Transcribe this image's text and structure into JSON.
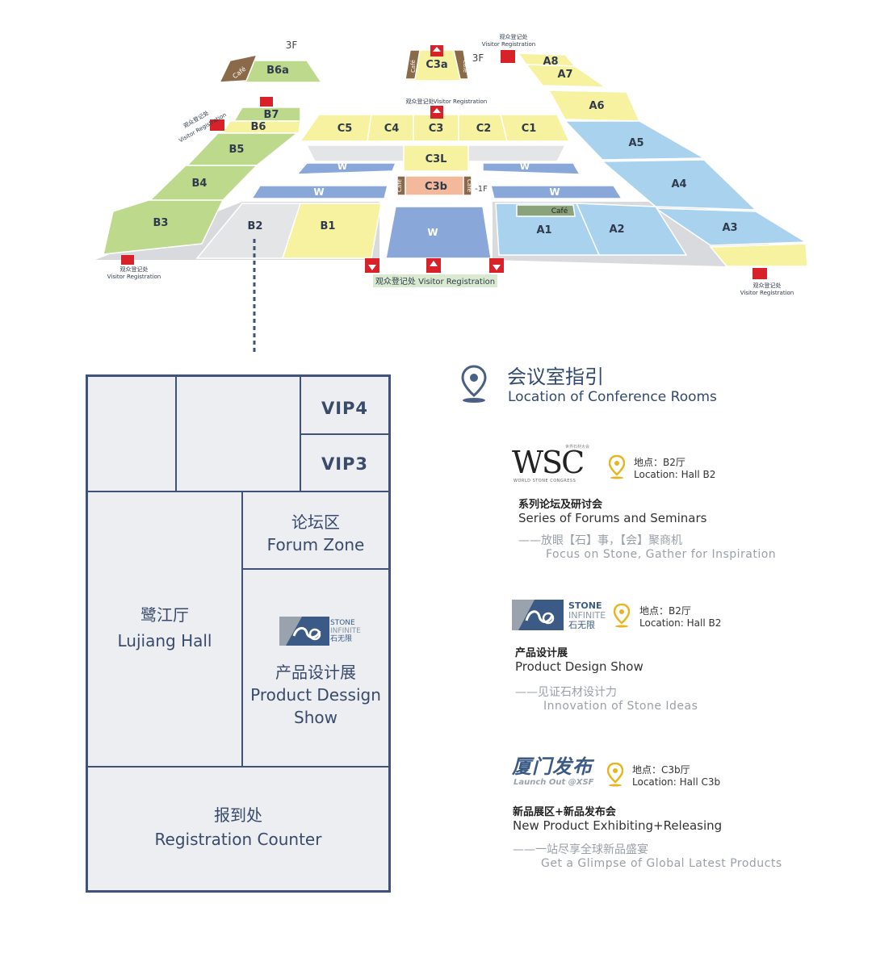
{
  "map": {
    "floor_labels": {
      "b6a_floor": "3F",
      "c3a_floor": "3F",
      "c3b_floor": "-1F"
    },
    "halls": {
      "A1": "A1",
      "A2": "A2",
      "A3": "A3",
      "A4": "A4",
      "A5": "A5",
      "A6": "A6",
      "A7": "A7",
      "A8": "A8",
      "B1": "B1",
      "B2": "B2",
      "B3": "B3",
      "B4": "B4",
      "B5": "B5",
      "B6": "B6",
      "B7": "B7",
      "B6a": "B6a",
      "C1": "C1",
      "C2": "C2",
      "C3": "C3",
      "C4": "C4",
      "C5": "C5",
      "C3L": "C3L",
      "C3a": "C3a",
      "C3b": "C3b",
      "W": "W"
    },
    "cafe": "Café",
    "visitor_registration_cn": "观众登记处",
    "visitor_registration_en": "Visitor Registration",
    "main_registration": "观众登记处 Visitor Registration",
    "colors": {
      "green": "#bcd98c",
      "yellow": "#f6f2a0",
      "blue": "#a9d2ef",
      "grey": "#e4e5e7",
      "w_blue": "#8aa7d9",
      "c3b_orange": "#f3b99a",
      "arrow_red": "#d7222a",
      "cafe_brown": "#8a6a48"
    }
  },
  "floor_plan": {
    "vip4": "VIP4",
    "vip3": "VIP3",
    "forum_cn": "论坛区",
    "forum_en": "Forum Zone",
    "hall_cn": "鹭江厅",
    "hall_en": "Lujiang Hall",
    "product_cn": "产品设计展",
    "product_en_1": "Product Dessign",
    "product_en_2": "Show",
    "registration_cn": "报到处",
    "registration_en": "Registration Counter",
    "logo_text_1": "STONE",
    "logo_text_2": "INFINITE",
    "logo_text_3": "石无限"
  },
  "legend": {
    "title_cn": "会议室指引",
    "title_en": "Location of Conference Rooms",
    "items": [
      {
        "logo": "WSC",
        "logo_sub": "WORLD STONE CONGRESS",
        "logo_cn": "世界石材大会",
        "loc_cn": "地点：B2厅",
        "loc_en": "Location: Hall B2",
        "title_cn": "系列论坛及研讨会",
        "title_en": "Series of Forums and Seminars",
        "slogan_cn": "——放眼【石】事，【会】聚商机",
        "slogan_en": "Focus on Stone, Gather for Inspiration"
      },
      {
        "logo": "STONE INFINITE",
        "logo_line1": "STONE",
        "logo_line2": "INFINITE",
        "logo_cn": "石无限",
        "loc_cn": "地点：B2厅",
        "loc_en": "Location: Hall B2",
        "title_cn": "产品设计展",
        "title_en": "Product Design Show",
        "slogan_cn": "——见证石材设计力",
        "slogan_en": "Innovation of Stone Ideas"
      },
      {
        "logo": "厦门发布",
        "logo_sub": "Launch Out @XSF",
        "loc_cn": "地点：C3b厅",
        "loc_en": "Location: Hall C3b",
        "title_cn": "新品展区+新品发布会",
        "title_en": "New Product Exhibiting+Releasing",
        "slogan_cn": "——一站尽享全球新品盛宴",
        "slogan_en": "Get a Glimpse of Global Latest Products"
      }
    ],
    "pin_color": "#4a5f86",
    "small_pin_color": "#e9b51e"
  }
}
